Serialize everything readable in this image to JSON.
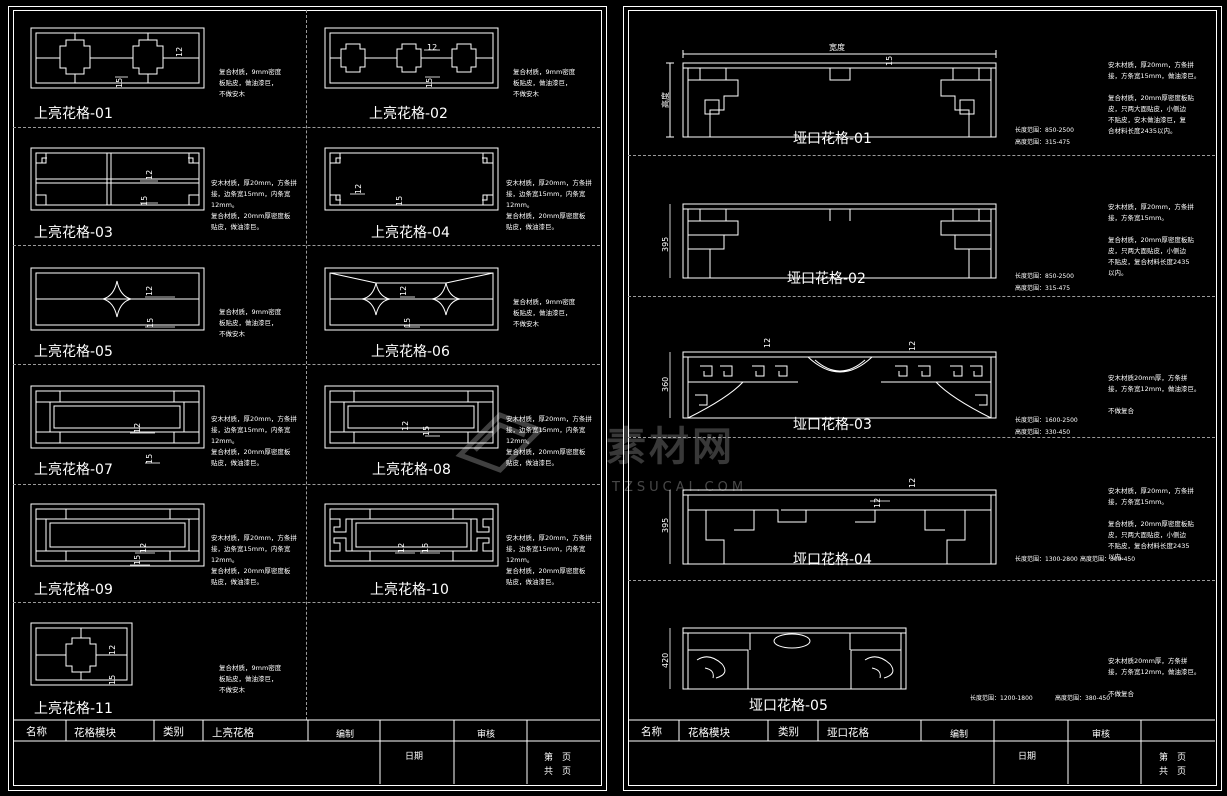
{
  "left": {
    "items": [
      {
        "title": "上亮花格-01",
        "note": "复合材质，9mm密度\n板贴皮，做油漆巨，\n不做安木",
        "dims": [
          "12",
          "15"
        ]
      },
      {
        "title": "上亮花格-02",
        "note": "复合材质，9mm密度\n板贴皮，做油漆巨，\n不做安木",
        "dims": [
          "12",
          "15"
        ]
      },
      {
        "title": "上亮花格-03",
        "note": "安木材质，厚20mm，方条拼\n接，边条宽15mm，内条宽\n12mm。\n复合材质，20mm厚密度板\n贴皮，做油漆巨。",
        "dims": [
          "12",
          "15"
        ]
      },
      {
        "title": "上亮花格-04",
        "note": "安木材质，厚20mm，方条拼\n接，边条宽15mm，内条宽\n12mm。\n复合材质，20mm厚密度板\n贴皮，做油漆巨。",
        "dims": [
          "12",
          "15"
        ]
      },
      {
        "title": "上亮花格-05",
        "note": "复合材质，9mm密度\n板贴皮，做油漆巨，\n不做安木",
        "dims": [
          "12",
          "15"
        ]
      },
      {
        "title": "上亮花格-06",
        "note": "复合材质，9mm密度\n板贴皮，做油漆巨，\n不做安木",
        "dims": [
          "12",
          "15"
        ]
      },
      {
        "title": "上亮花格-07",
        "note": "安木材质，厚20mm，方条拼\n接，边条宽15mm，内条宽\n12mm。\n复合材质，20mm厚密度板\n贴皮，做油漆巨。",
        "dims": [
          "12",
          "15"
        ]
      },
      {
        "title": "上亮花格-08",
        "note": "安木材质，厚20mm，方条拼\n接，边条宽15mm，内条宽\n12mm。\n复合材质，20mm厚密度板\n贴皮，做油漆巨。",
        "dims": [
          "12",
          "15"
        ]
      },
      {
        "title": "上亮花格-09",
        "note": "安木材质，厚20mm，方条拼\n接，边条宽15mm，内条宽\n12mm。\n复合材质，20mm厚密度板\n贴皮，做油漆巨。",
        "dims": [
          "12",
          "15"
        ]
      },
      {
        "title": "上亮花格-10",
        "note": "安木材质，厚20mm，方条拼\n接，边条宽15mm，内条宽\n12mm。\n复合材质，20mm厚密度板\n贴皮，做油漆巨。",
        "dims": [
          "12",
          "15"
        ]
      },
      {
        "title": "上亮花格-11",
        "note": "复合材质，9mm密度\n板贴皮，做油漆巨，\n不做安木",
        "dims": [
          "12",
          "15"
        ]
      }
    ],
    "titleblock": {
      "name_label": "名称",
      "name_value": "花格模块",
      "type_label": "类别",
      "type_value": "上亮花格",
      "editor_label": "编制",
      "review_label": "审核",
      "date_label": "日期",
      "page_label": "第　页",
      "total_label": "共　页"
    }
  },
  "right": {
    "items": [
      {
        "title": "垭口花格-01",
        "note": "安木材质，厚20mm，方条拼\n接，方条宽15mm，做油漆巨。\n\n复合材质，20mm厚密度板贴\n皮，只两大面贴皮，小侧边\n不贴皮，安木做油漆巨，复\n合材料长度2435以内。",
        "dims": [
          "15"
        ],
        "width_label": "宽度",
        "height_label": "高度",
        "range_len": "长度范围：850-2500",
        "range_h": "高度范围：315-475"
      },
      {
        "title": "垭口花格-02",
        "note": "安木材质，厚20mm，方条拼\n接，方条宽15mm。\n\n复合材质，20mm厚密度板贴\n皮，只两大面贴皮，小侧边\n不贴皮，复合材料长度2435\n以内。",
        "dims": [
          "395"
        ],
        "range_len": "长度范围：850-2500",
        "range_h": "高度范围：315-475"
      },
      {
        "title": "垭口花格-03",
        "note": "安木材质20mm厚，方条拼\n接，方条宽12mm，做油漆巨。\n\n不做复合",
        "dims": [
          "360",
          "12",
          "12"
        ],
        "range_len": "长度范围：1600-2500",
        "range_h": "高度范围：330-450"
      },
      {
        "title": "垭口花格-04",
        "note": "安木材质，厚20mm，方条拼\n接，方条宽15mm。\n\n复合材质，20mm厚密度板贴\n皮，只两大面贴皮，小侧边\n不贴皮，复合材料长度2435\n以内。",
        "dims": [
          "395",
          "12",
          "12"
        ],
        "range_len": "长度范围：1300-2800",
        "range_h": "高度范围：300-450"
      },
      {
        "title": "垭口花格-05",
        "note": "安木材质20mm厚，方条拼\n接，方条宽12mm，做油漆巨。\n\n不做复合",
        "dims": [
          "420"
        ],
        "range_len": "长度范围：1200-1800",
        "range_h": "高度范围：380-450"
      }
    ],
    "titleblock": {
      "name_label": "名称",
      "name_value": "花格模块",
      "type_label": "类别",
      "type_value": "垭口花格",
      "editor_label": "编制",
      "review_label": "审核",
      "date_label": "日期",
      "page_label": "第　页",
      "total_label": "共　页"
    }
  },
  "watermark": {
    "cn": "素材网",
    "en": "TZSUCAI.COM"
  }
}
